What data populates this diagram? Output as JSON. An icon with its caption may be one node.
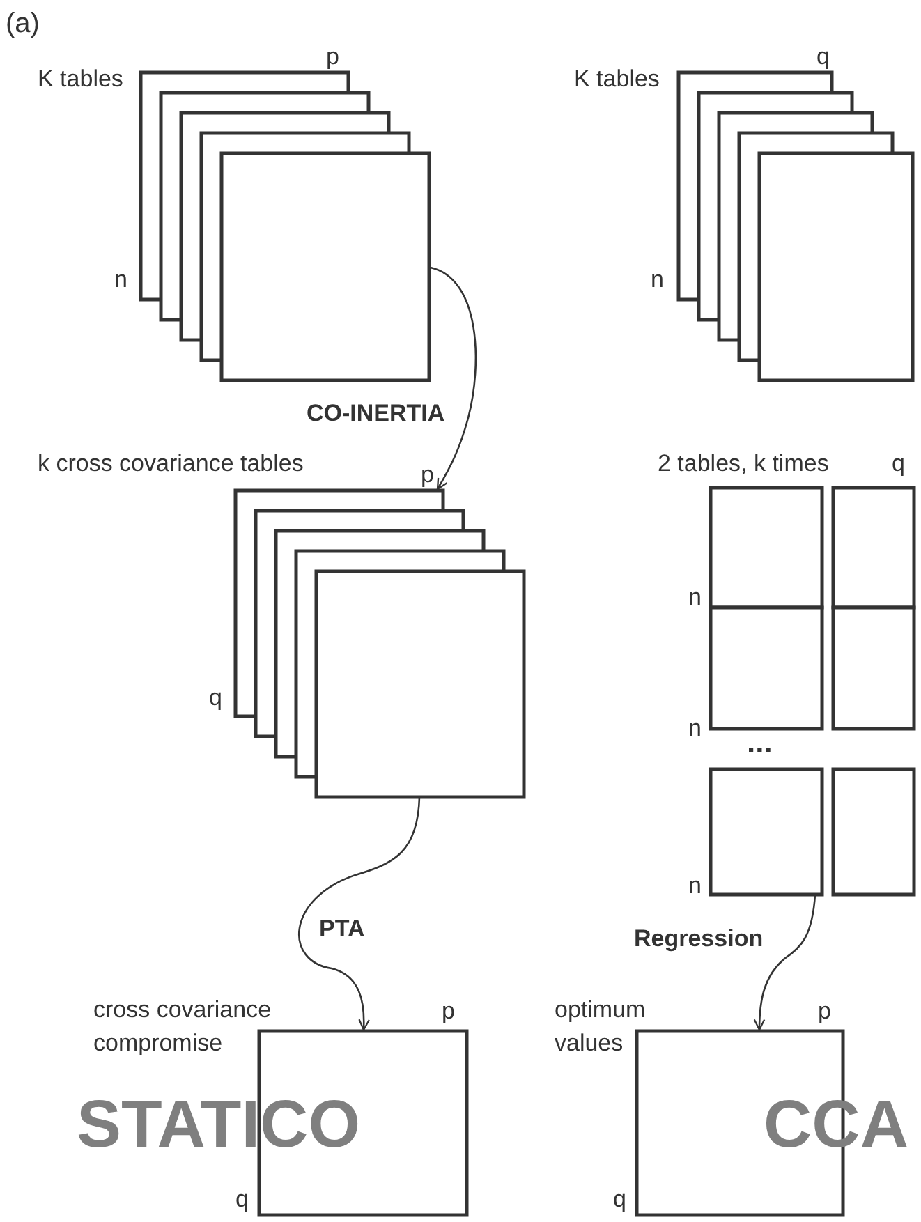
{
  "diagram": {
    "nodes": [
      {
        "text": [
          "K tables",
          "p",
          "n"
        ]
      },
      {
        "text": [
          "K tables",
          "q",
          "n"
        ]
      },
      {
        "text": [
          "k cross covariance tables",
          "p",
          "q"
        ]
      },
      {
        "text": [
          "2 tables, k times",
          "q",
          "n",
          "n",
          "n"
        ]
      },
      {
        "text": [
          "cross covariance compromise",
          "p",
          "q"
        ]
      },
      {
        "text": [
          "optimum values",
          "p",
          "q"
        ]
      }
    ],
    "edges": [
      {
        "from": 0,
        "to": 2,
        "arrow": "to",
        "label": "CO-INERTIA"
      },
      {
        "from": 2,
        "to": 4,
        "arrow": "to",
        "label": "PTA"
      },
      {
        "from": 3,
        "to": 5,
        "arrow": "to",
        "label": "Regression"
      }
    ],
    "labels": [
      "(a)",
      "...",
      "STATICO",
      "CCA"
    ]
  }
}
